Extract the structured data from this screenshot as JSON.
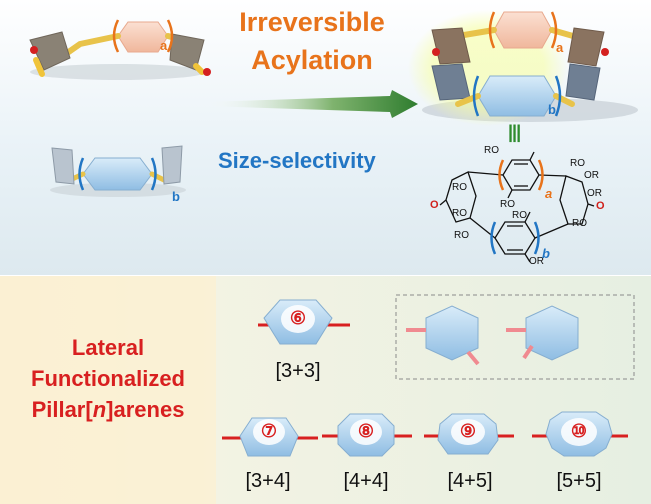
{
  "top": {
    "title_line1": "Irreversible",
    "title_line2": "Acylation",
    "size_selectivity": "Size-selectivity",
    "label_a": "a",
    "label_b": "b",
    "equivalence": "|||"
  },
  "structure": {
    "substituent": "RO",
    "substituent_r": "OR",
    "oxygen": "O",
    "label_a": "a",
    "label_b": "b"
  },
  "bottom": {
    "side_title_line1": "Lateral",
    "side_title_line2": "Functionalized",
    "side_title_line3": "Pillar[",
    "side_title_n": "n",
    "side_title_line3_end": "]arenes",
    "rings": [
      {
        "number": "⑥",
        "combo": "[3+3]"
      },
      {
        "number": "⑦",
        "combo": "[3+4]"
      },
      {
        "number": "⑧",
        "combo": "[4+4]"
      },
      {
        "number": "⑨",
        "combo": "[4+5]"
      },
      {
        "number": "⑩",
        "combo": "[5+5]"
      }
    ]
  },
  "colors": {
    "orange": "#e8731b",
    "blue": "#2276c4",
    "green": "#2e8b2e",
    "red": "#d82020",
    "panel_bg": "#e9f1e4",
    "side_panel": "#fbf1d6"
  }
}
